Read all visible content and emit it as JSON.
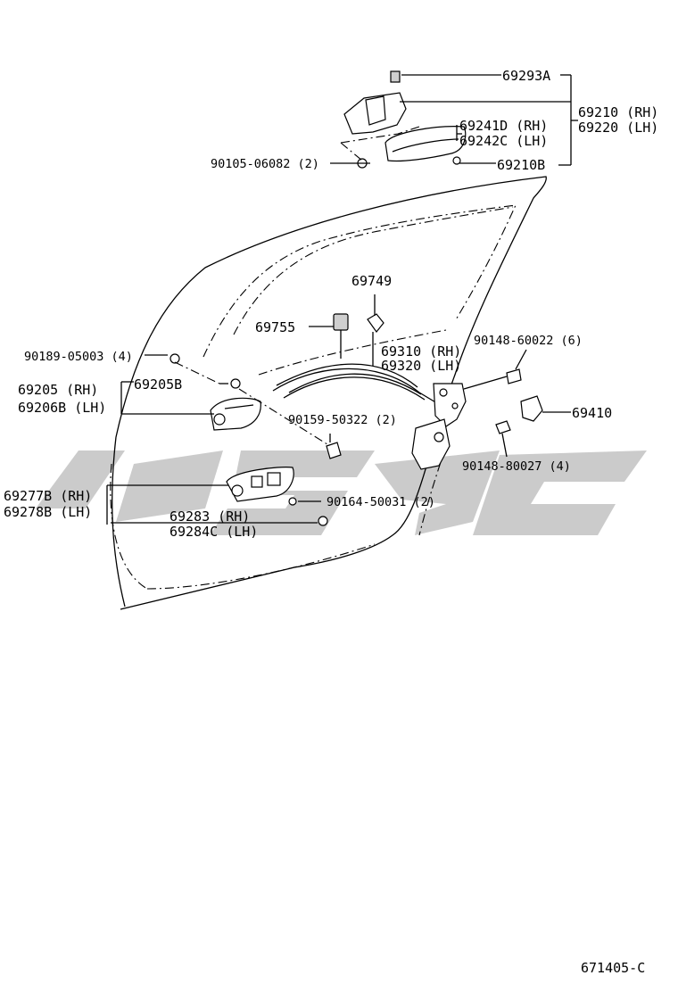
{
  "diagram": {
    "figure_id": "671405-C",
    "labels": {
      "p69293A": "69293A",
      "p69210": "69210 (RH)",
      "p69220": "69220 (LH)",
      "p69241D": "69241D (RH)",
      "p69242C": "69242C (LH)",
      "p90105": "90105-06082 (2)",
      "p69210B": "69210B",
      "p69749": "69749",
      "p69755": "69755",
      "p69310": "69310 (RH)",
      "p69320": "69320 (LH)",
      "p90148_60022": "90148-60022 (6)",
      "p90189": "90189-05003 (4)",
      "p69205": "69205  (RH)",
      "p69206B": "69206B (LH)",
      "p69205B": "69205B",
      "p90159": "90159-50322 (2)",
      "p69410": "69410",
      "p90148_80027": "90148-80027 (4)",
      "p69277B": "69277B (RH)",
      "p69278B": "69278B (LH)",
      "p90164": "90164-50031 (2)",
      "p69283": "69283  (RH)",
      "p69284C": "69284C (LH)"
    }
  }
}
